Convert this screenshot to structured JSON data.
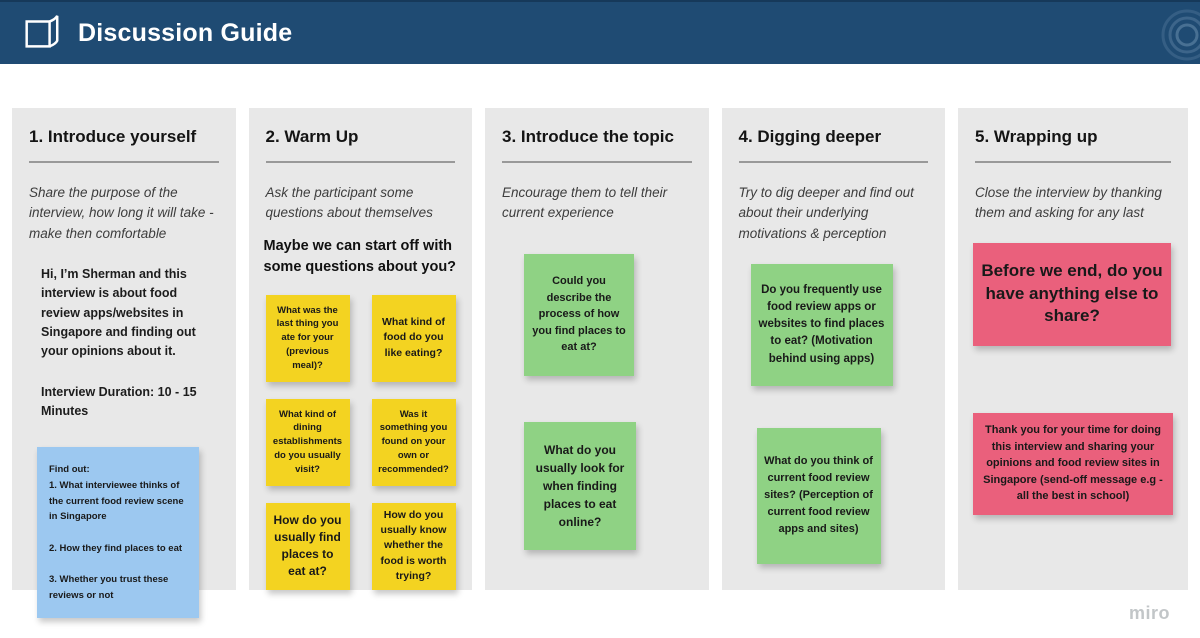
{
  "header": {
    "title": "Discussion Guide",
    "icon": "book-icon",
    "logo": "swirl-logo"
  },
  "colors": {
    "header_bg": "#1f4b73",
    "column_bg": "#e8e8e8",
    "rule": "#999999",
    "sticky_yellow": "#f3d321",
    "sticky_green": "#8fd284",
    "sticky_blue": "#9cc8f0",
    "sticky_pink": "#ea607c"
  },
  "columns": [
    {
      "title": "1. Introduce yourself",
      "description": "Share the purpose of the interview, how long it will take - make then comfortable",
      "intro": "Hi, I’m Sherman and this interview is about food review apps/websites in Singapore and finding out\nyour opinions about it.",
      "duration": "Interview Duration: 10 - 15 Minutes",
      "notes": [
        {
          "color": "#9cc8f0",
          "text": "Find out:\n1. What interviewee thinks of the current food review scene in Singapore\n\n2. How they find places to eat\n\n3. Whether you trust these reviews or not"
        }
      ]
    },
    {
      "title": "2. Warm Up",
      "description": "Ask the participant some questions about themselves",
      "lead": "Maybe we can start off with some questions about you?",
      "notes": [
        {
          "color": "#f3d321",
          "text": "What was the last thing you ate for your (previous meal)?"
        },
        {
          "color": "#f3d321",
          "text": "What kind of food do you like eating?"
        },
        {
          "color": "#f3d321",
          "text": "What kind of dining establishments do you usually visit?"
        },
        {
          "color": "#f3d321",
          "text": "Was it something you found on your own or recommended?"
        },
        {
          "color": "#f3d321",
          "text": "How do you usually find places to eat at?"
        },
        {
          "color": "#f3d321",
          "text": "How do you usually know whether the food is worth trying?"
        }
      ]
    },
    {
      "title": "3. Introduce the topic",
      "description": "Encourage them to tell their current experience",
      "notes": [
        {
          "color": "#8fd284",
          "text": "Could you describe the process of how you find places to eat at?"
        },
        {
          "color": "#8fd284",
          "text": "What do you usually look for when finding places to eat online?"
        }
      ]
    },
    {
      "title": "4. Digging deeper",
      "description": "Try to dig deeper and find out about their underlying motivations & perception",
      "notes": [
        {
          "color": "#8fd284",
          "text": "Do you frequently use food review apps or websites to find places to eat? (Motivation behind using apps)"
        },
        {
          "color": "#8fd284",
          "text": "What do you think of current food review sites? (Perception of current food review apps and sites)"
        }
      ]
    },
    {
      "title": "5. Wrapping up",
      "description": "Close the interview by thanking them and asking for any last",
      "notes": [
        {
          "color": "#ea607c",
          "text": "Before we end, do you have anything else to share?"
        },
        {
          "color": "#ea607c",
          "text": "Thank you for your time for doing this interview and sharing your opinions and food review sites in Singapore (send-off message e.g - all the best in school)"
        }
      ]
    }
  ],
  "watermark": "miro"
}
